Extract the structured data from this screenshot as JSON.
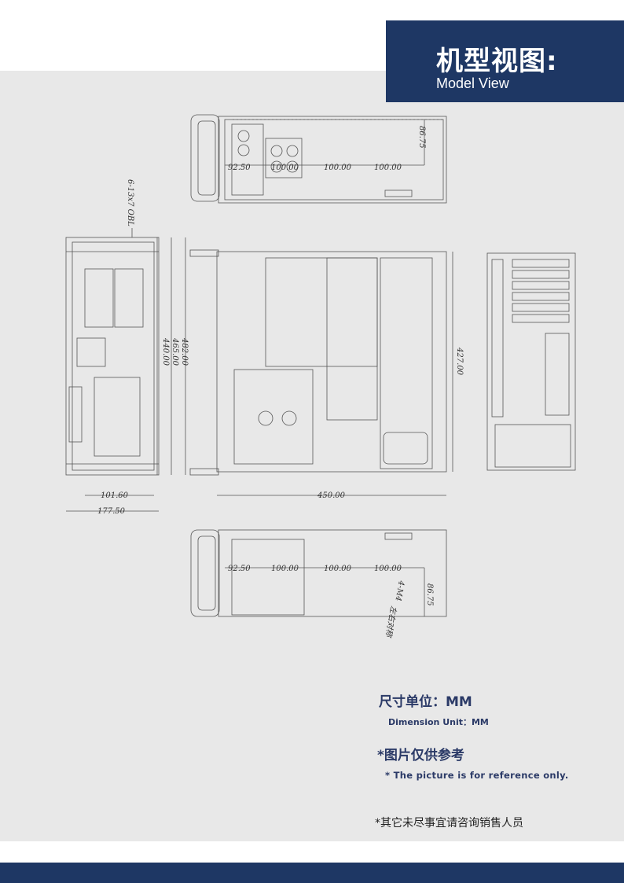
{
  "header": {
    "title": "机型视图:",
    "subtitle": "Model View"
  },
  "dimensions": {
    "top_92": "92.50",
    "top_100a": "100.00",
    "top_100b": "100.00",
    "top_100c": "100.00",
    "top_height": "86.75",
    "side_note": "6-13x7 OBL",
    "h_482": "482.00",
    "h_465": "465.00",
    "h_440": "440.00",
    "w_101": "101.60",
    "w_177": "177.50",
    "w_450": "450.00",
    "h_427": "427.00",
    "bot_92": "92.50",
    "bot_100a": "100.00",
    "bot_100b": "100.00",
    "bot_100c": "100.00",
    "bot_height": "86.75",
    "bot_note": "4-M4",
    "bot_note2": "左右对称"
  },
  "notes": {
    "unit": "尺寸单位：MM",
    "unit_en": "Dimension Unit：MM",
    "ref": "*图片仅供参考",
    "ref_en": "* The picture is for reference only.",
    "contact": "*其它未尽事宜请咨询销售人员"
  },
  "colors": {
    "brand": "#1e3764",
    "background": "#e8e8e8",
    "note_text": "#2b3a67"
  }
}
